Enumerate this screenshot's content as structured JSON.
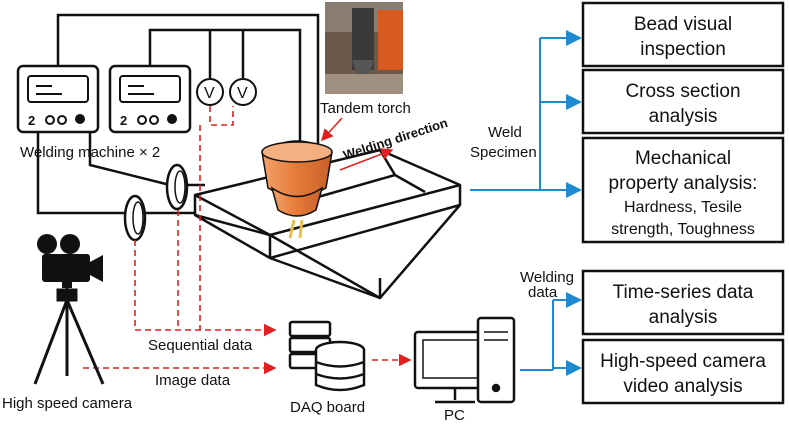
{
  "labels": {
    "welding_machine": "Welding machine × 2",
    "tandem_torch": "Tandem torch",
    "welding_direction": "Welding direction",
    "weld_specimen_1": "Weld",
    "weld_specimen_2": "Specimen",
    "welding_data_1": "Welding",
    "welding_data_2": "data",
    "sequential_data": "Sequential data",
    "image_data": "Image data",
    "high_speed_camera": "High speed camera",
    "daq_board": "DAQ board",
    "pc": "PC",
    "voltmeter_symbol": "V"
  },
  "boxes": {
    "bead_1": "Bead visual",
    "bead_2": "inspection",
    "cross_1": "Cross section",
    "cross_2": "analysis",
    "mech_1": "Mechanical",
    "mech_2": "property analysis:",
    "mech_3": "Hardness, Tesile",
    "mech_4": "strength, Toughness",
    "time_1": "Time-series data",
    "time_2": "analysis",
    "hs_1": "High-speed camera",
    "hs_2": "video analysis"
  },
  "colors": {
    "flow_arrow": "#1f8ad1",
    "signal_arrow": "#e02020",
    "torch": "#e88a4a",
    "wire": "#111111"
  }
}
